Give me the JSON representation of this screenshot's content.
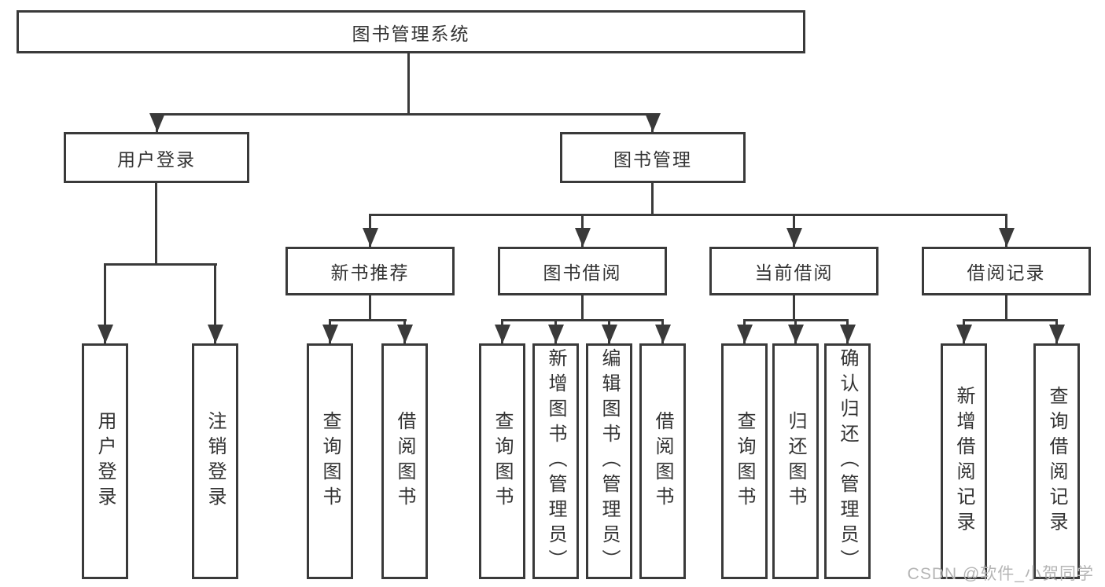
{
  "diagram_title": "图书管理系统",
  "nodes": {
    "root": {
      "label": "图书管理系统"
    },
    "level2": [
      {
        "label": "用户登录"
      },
      {
        "label": "图书管理"
      }
    ],
    "level3": [
      {
        "label": "新书推荐"
      },
      {
        "label": "图书借阅"
      },
      {
        "label": "当前借阅"
      },
      {
        "label": "借阅记录"
      }
    ],
    "level4": {
      "user_login": [
        {
          "label": "用户登录"
        },
        {
          "label": "注销登录"
        }
      ],
      "new_book_recommend": [
        {
          "label": "查询图书"
        },
        {
          "label": "借阅图书"
        }
      ],
      "book_borrow": [
        {
          "label": "查询图书"
        },
        {
          "label": "新增图书（管理员）"
        },
        {
          "label": "编辑图书（管理员）"
        },
        {
          "label": "借阅图书"
        }
      ],
      "current_borrow": [
        {
          "label": "查询图书"
        },
        {
          "label": "归还图书"
        },
        {
          "label": "确认归还（管理员）"
        }
      ],
      "borrow_records": [
        {
          "label": "新增借阅记录"
        },
        {
          "label": "查询借阅记录"
        }
      ]
    }
  },
  "watermark": {
    "text": "CSDN @软件_小贺同学"
  },
  "colors": {
    "line": "#3a3a3a",
    "text": "#333333",
    "watermark": "#b5b5b5",
    "background": "#ffffff"
  }
}
